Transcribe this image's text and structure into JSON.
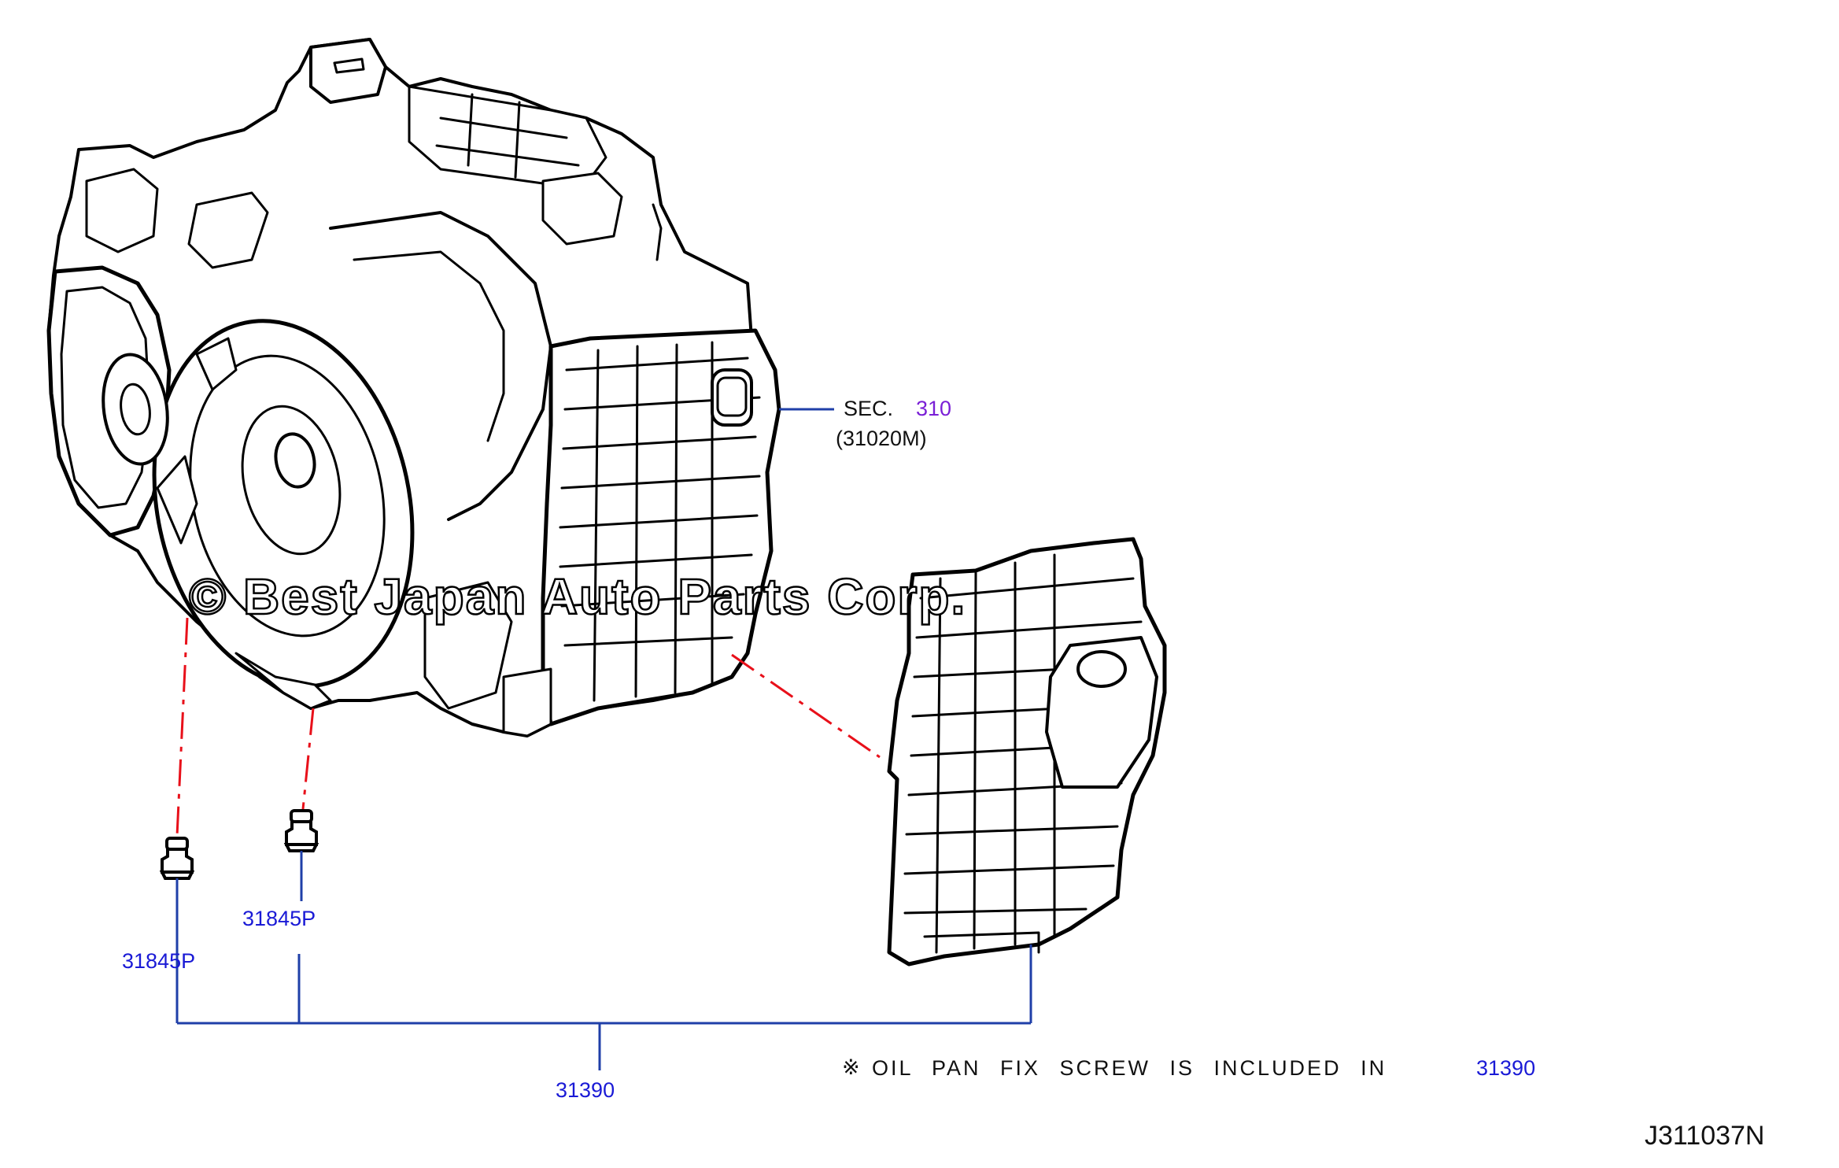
{
  "diagram": {
    "sec_prefix": "SEC.",
    "sec_number": "310",
    "sec_sub": "(31020M)",
    "part_plug_left": "31845P",
    "part_plug_right": "31845P",
    "part_assembly": "31390",
    "note_symbol": "※",
    "note_text": "OIL PAN FIX SCREW IS INCLUDED IN",
    "note_part": "31390",
    "drawing_ref": "J311037N",
    "watermark": "© Best Japan Auto Parts Corp.",
    "colors": {
      "line": "#000000",
      "leader": "#1f3fa8",
      "dash": "#e8101a",
      "part_text": "#1a1ad6",
      "sec_text": "#7a1fd6"
    },
    "icons": [
      "transmission-assembly-icon",
      "oil-pan-icon",
      "drain-plug-icon"
    ]
  }
}
